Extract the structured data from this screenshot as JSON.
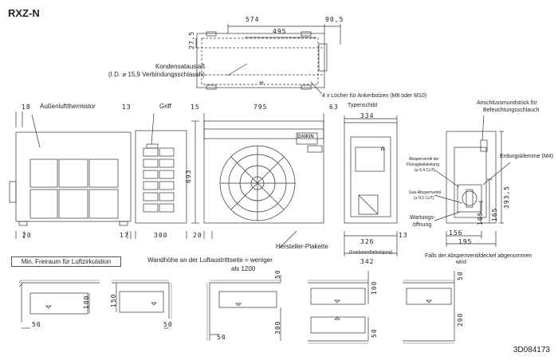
{
  "title": "RXZ-N",
  "doc_ref": "3D084173",
  "labels": {
    "kondensat_line1": "Kondensatauslaß",
    "kondensat_line2": "(I.D. ⌀ 15,9 Verbindungsschlauch)",
    "loecher": "4 x Löcher für Ankerbolzen (M8 oder M10)",
    "aussenluft": "Außenluftthermistor",
    "griff": "Griff",
    "typenschild": "Typenschild",
    "anschluss_line1": "Anschlussmundstück für",
    "anschluss_line2": "Befeuchtungsschlauch",
    "absperr_fluessig_1": "Absperrventil der",
    "absperr_fluessig_2": "Flüssigkeitsleitung",
    "absperr_fluessig_3": "(⌀ 6,4 CuT)",
    "erdung": "Erdungsklemme (M4)",
    "gas_1": "Gas-Absperrventil",
    "gas_2": "(⌀ 9,5 CuT)",
    "wartung_1": "Wartungs-",
    "wartung_2": "öffnung",
    "hersteller": "Hersteller-Plakette",
    "fundament": "(Fundamentbefestigung)",
    "falls_1": "Falls der Absperrventildeckel abgenommen",
    "falls_2": "wird",
    "freiraum": "Min. Freiraum für Luftzirkulation",
    "wandhoehe_1": "Wandhöhe an der Luftaustrittseite = weniger",
    "wandhoehe_2": "als 1200",
    "brand": "DAIKIN"
  },
  "dims": {
    "top_574": "574",
    "top_905": "90,5",
    "top_495": "495",
    "top_275": "27,5",
    "d18": "18",
    "d13a": "13",
    "d15": "15",
    "d795": "795",
    "d63": "63",
    "d334": "334",
    "d693": "693",
    "d20a": "20",
    "d17": "17",
    "d300": "300",
    "d20b": "20",
    "d326": "326",
    "d13b": "13",
    "d342": "342",
    "d3935": "393,5",
    "d165": "165",
    "d105": "105",
    "d156": "156",
    "d195": "195",
    "c50a": "50",
    "c100": "100",
    "c150": "150",
    "c50b": "50",
    "c50c": "50",
    "c300": "300",
    "c50d": "50",
    "c50e": "50",
    "c100b": "100",
    "c50f": "50",
    "c200": "200"
  }
}
